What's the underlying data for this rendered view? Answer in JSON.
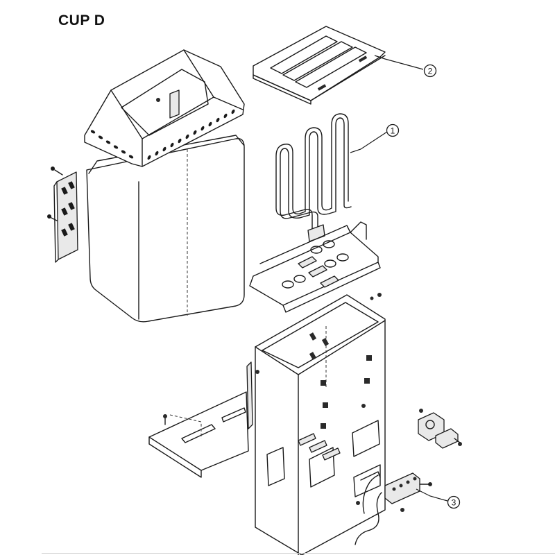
{
  "title": "CUP D",
  "callouts": [
    {
      "label": "1",
      "name": "heating-element"
    },
    {
      "label": "2",
      "name": "stone-grate"
    },
    {
      "label": "3",
      "name": "terminal-block"
    }
  ]
}
